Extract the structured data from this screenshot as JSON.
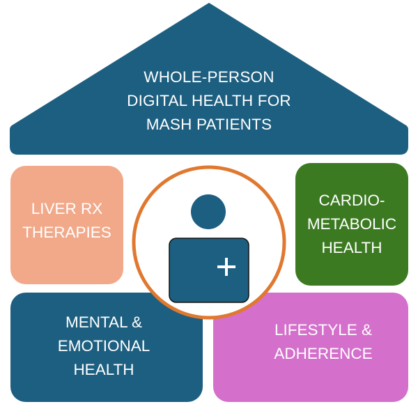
{
  "title_lines": [
    "WHOLE-PERSON",
    "DIGITAL HEALTH FOR",
    "MASH PATIENTS"
  ],
  "pillars": {
    "liver": {
      "lines": [
        "LIVER RX",
        "THERAPIES"
      ],
      "color": "#F1A98A"
    },
    "cardio": {
      "lines": [
        "CARDIO-",
        "METABOLIC",
        "HEALTH"
      ],
      "color": "#3C7A22"
    },
    "mental": {
      "lines": [
        "MENTAL &",
        "EMOTIONAL",
        "HEALTH"
      ],
      "color": "#1D5F80"
    },
    "lifestyle": {
      "lines": [
        "LIFESTYLE &",
        "ADHERENCE"
      ],
      "color": "#D46FCB"
    }
  },
  "colors": {
    "roof": "#1D5F80",
    "ring": "#E0782F",
    "person": "#1D5F80"
  },
  "icons": {
    "center": "person-with-plus-icon"
  }
}
